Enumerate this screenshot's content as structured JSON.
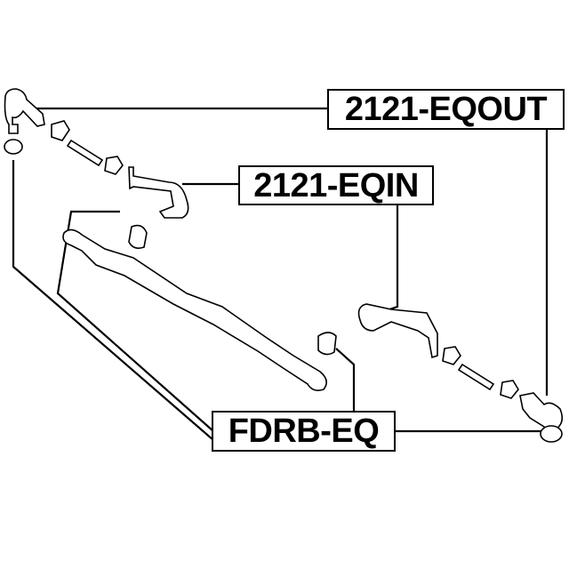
{
  "labels": {
    "outer_tie_rod_end": "2121-EQOUT",
    "inner_tie_rod_end": "2121-EQIN",
    "bushing": "FDRB-EQ"
  },
  "colors": {
    "line": "#000000",
    "background": "#ffffff"
  }
}
